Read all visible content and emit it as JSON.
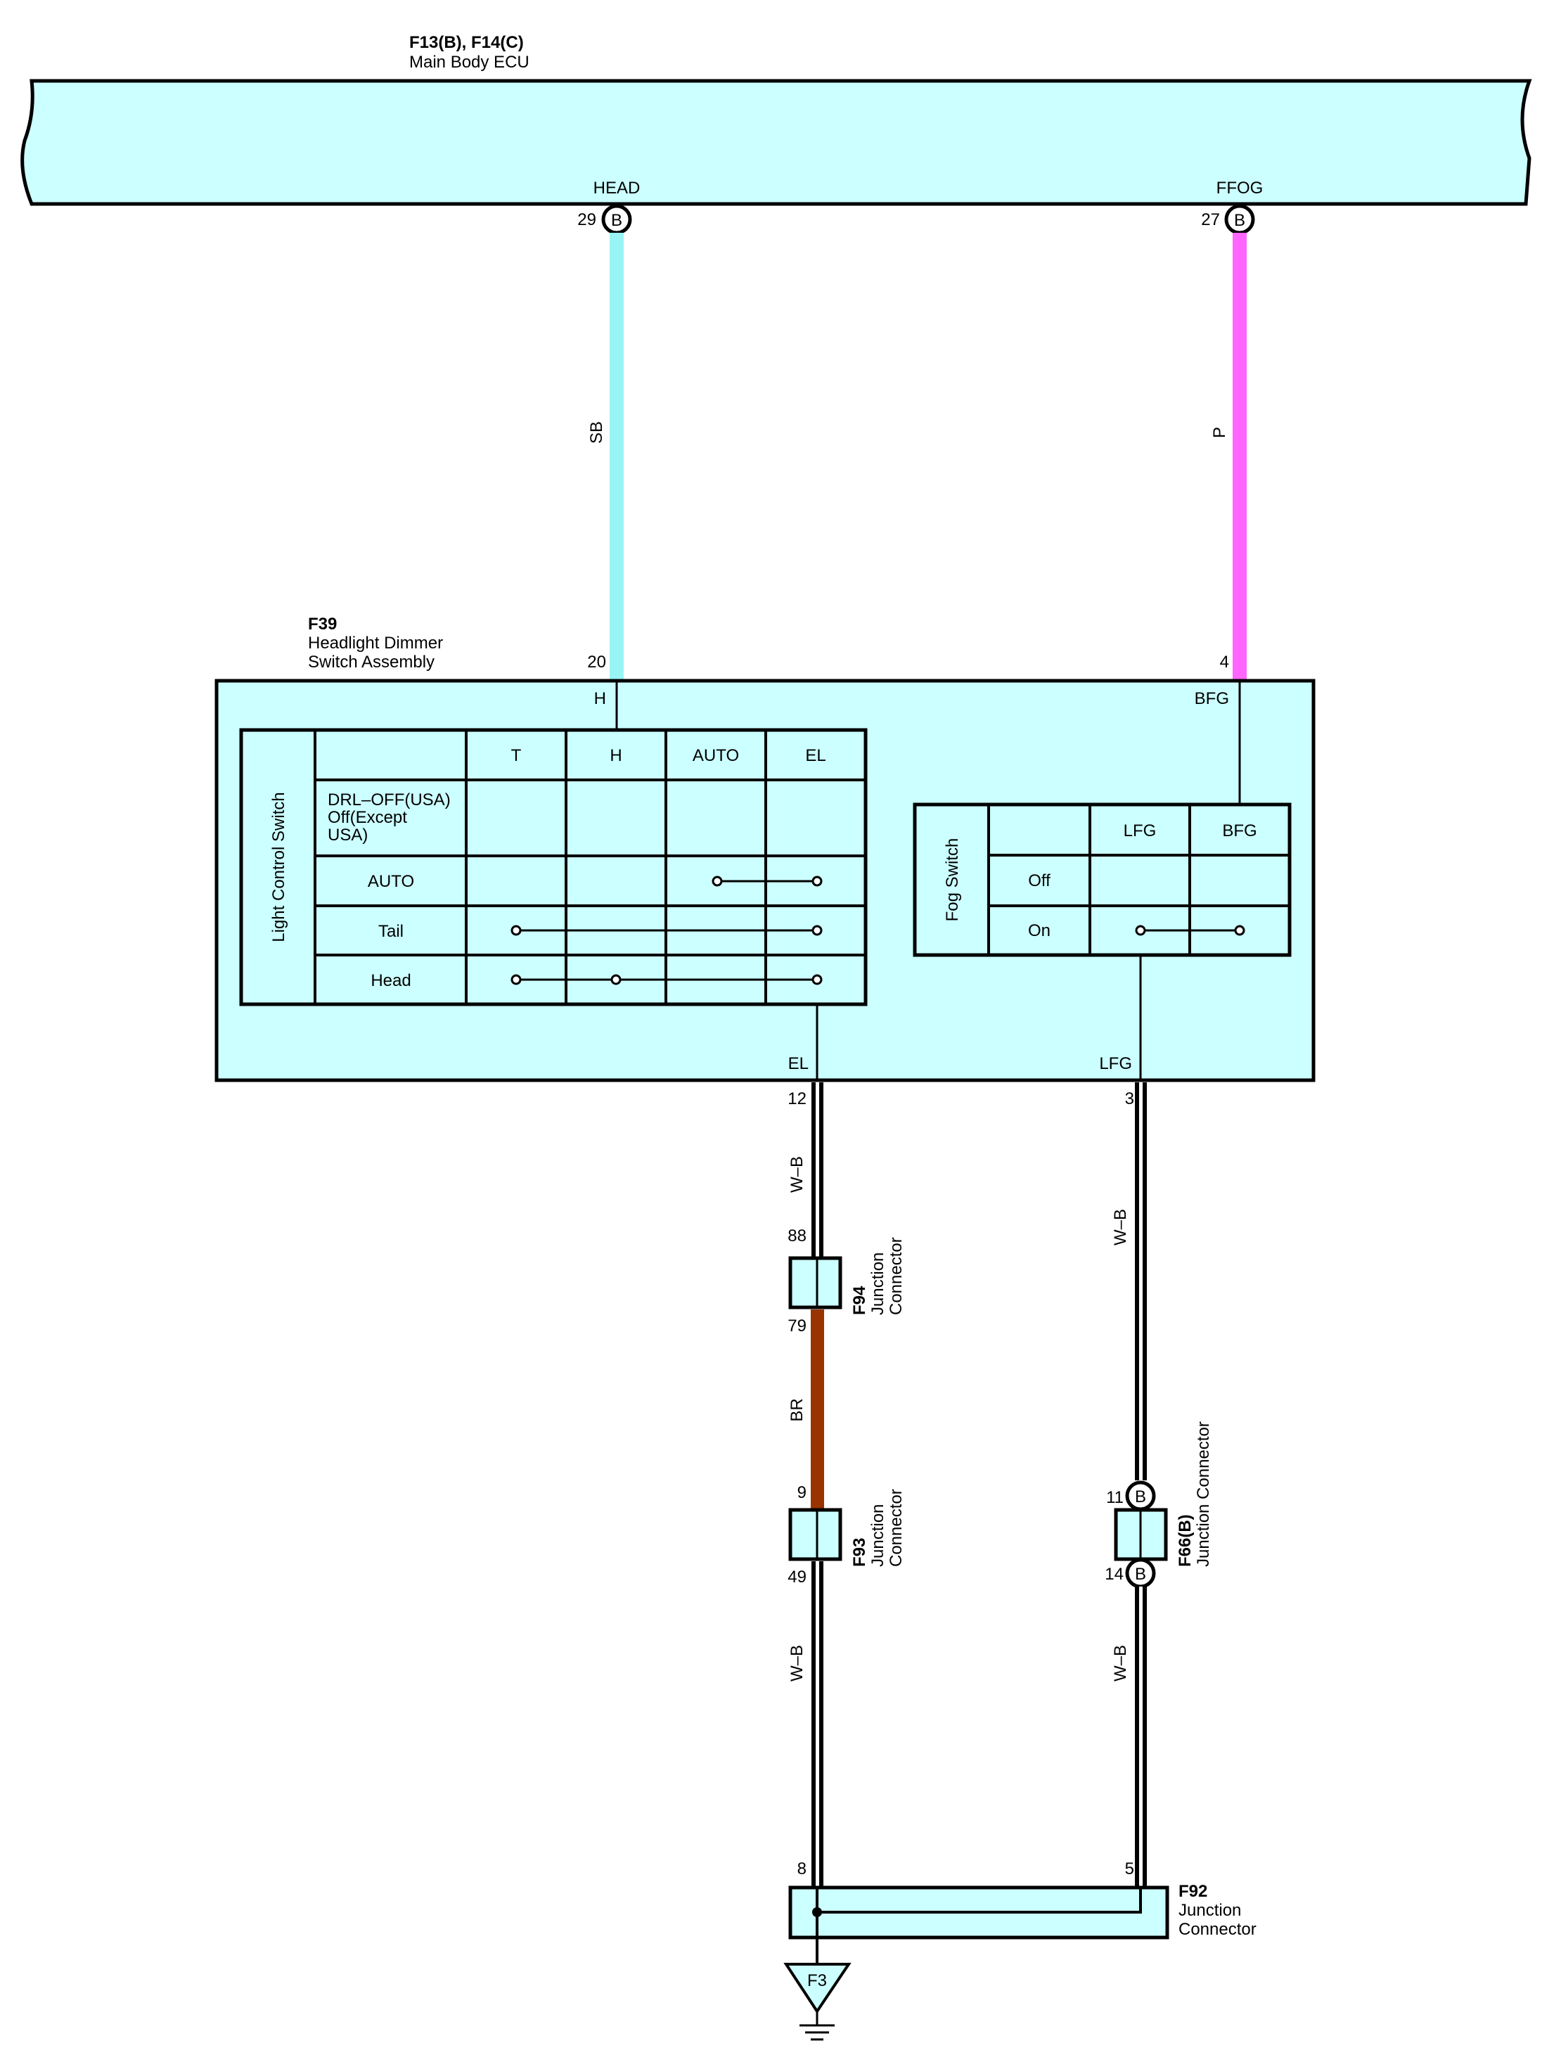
{
  "ecu": {
    "id": "F13(B), F14(C)",
    "name": "Main Body ECU",
    "pins": [
      {
        "label": "HEAD",
        "number": "29",
        "badge": "B"
      },
      {
        "label": "FFOG",
        "number": "27",
        "badge": "B"
      }
    ]
  },
  "wires": {
    "head": {
      "color_code": "SB",
      "hex": "#99f5f5"
    },
    "ffog": {
      "color_code": "P",
      "hex": "#ff66ff"
    },
    "el_upper": {
      "color_code": "W–B"
    },
    "br": {
      "color_code": "BR",
      "hex": "#993300"
    },
    "el_lower": {
      "color_code": "W–B"
    },
    "lfg_upper": {
      "color_code": "W–B"
    },
    "lfg_lower": {
      "color_code": "W–B"
    }
  },
  "switch_assembly": {
    "id": "F39",
    "name_line1": "Headlight Dimmer",
    "name_line2": "Switch Assembly",
    "pin_h_number": "20",
    "pin_h_label": "H",
    "pin_bfg_number": "4",
    "pin_bfg_label": "BFG",
    "pin_el_label": "EL",
    "pin_el_number": "12",
    "pin_lfg_label": "LFG",
    "pin_lfg_number": "3"
  },
  "light_table": {
    "side_label": "Light Control Switch",
    "columns": [
      "T",
      "H",
      "AUTO",
      "EL"
    ],
    "row0_lines": [
      "DRL–OFF(USA)",
      "Off(Except",
      "USA)"
    ],
    "rows": [
      "AUTO",
      "Tail",
      "Head"
    ]
  },
  "fog_table": {
    "side_label": "Fog Switch",
    "columns": [
      "LFG",
      "BFG"
    ],
    "rows": [
      "Off",
      "On"
    ]
  },
  "f94": {
    "id": "F94",
    "name_line1": "Junction",
    "name_line2": "Connector",
    "pin_top": "88",
    "pin_bottom": "79"
  },
  "f93": {
    "id": "F93",
    "name_line1": "Junction",
    "name_line2": "Connector",
    "pin_top": "9",
    "pin_bottom": "49"
  },
  "f66": {
    "id": "F66(B)",
    "name": "Junction Connector",
    "pin_top": "11",
    "pin_bottom": "14",
    "badge": "B"
  },
  "f92": {
    "id": "F92",
    "name_line1": "Junction",
    "name_line2": "Connector",
    "pin_left": "8",
    "pin_right": "5"
  },
  "ground": {
    "label": "F3"
  },
  "colors": {
    "component_fill": "#ccffff"
  }
}
